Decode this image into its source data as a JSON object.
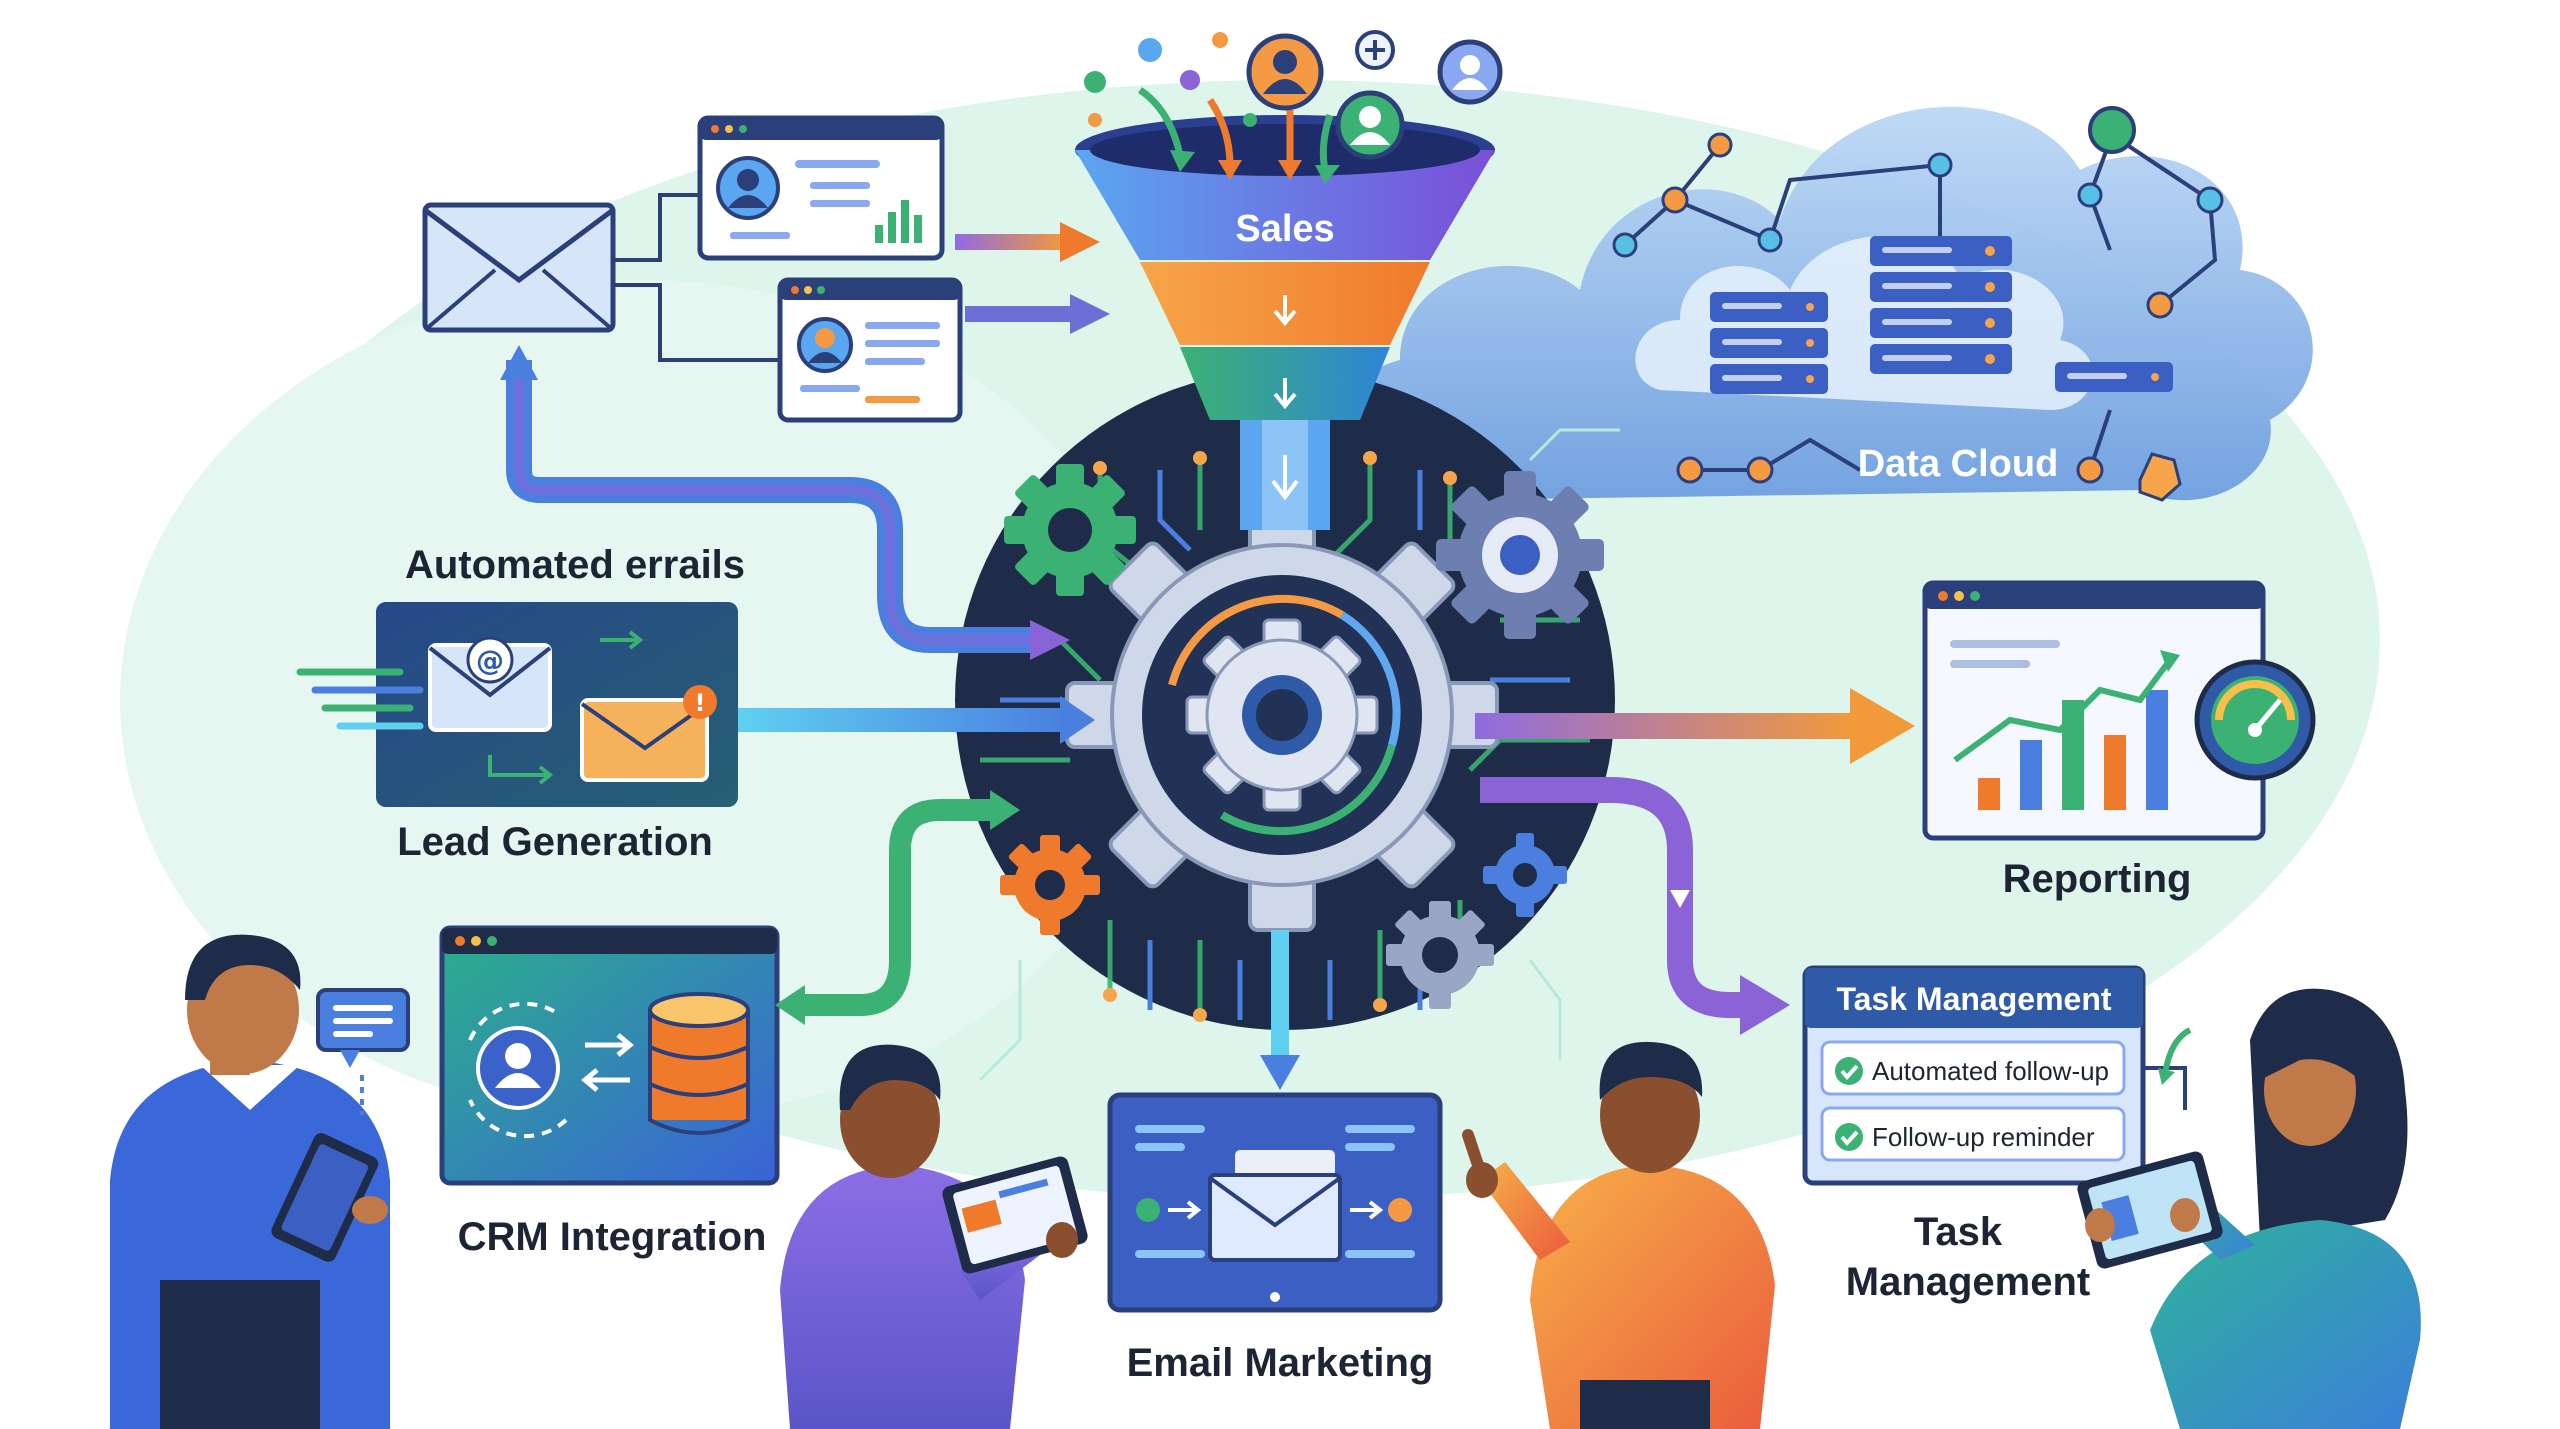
{
  "funnel": {
    "label": "Sales"
  },
  "cloud": {
    "label": "Data Cloud"
  },
  "modules": {
    "automated_emails": "Automated errails",
    "lead_generation": "Lead Generation",
    "crm_integration": "CRM Integration",
    "email_marketing": "Email Marketing",
    "reporting": "Reporting",
    "task_management_below": [
      "Task",
      "Management"
    ]
  },
  "task_panel": {
    "title": "Task Management",
    "items": [
      "Automated follow-up",
      "Follow-up reminder"
    ]
  },
  "icons": [
    "envelope-icon",
    "at-sign-icon",
    "alert-icon",
    "user-icon",
    "database-icon",
    "server-icon",
    "gear-icon",
    "gauge-icon",
    "bar-chart-icon",
    "check-icon",
    "chat-bubble-icon",
    "tablet-icon"
  ],
  "colors": {
    "background_blob": "#def5ec",
    "hub_dark": "#1f2c49",
    "accent_blue": "#4a7fe0",
    "accent_orange": "#f28a3a",
    "accent_green": "#3bb273",
    "accent_purple": "#8a63d6",
    "cloud": "#9cc4ee"
  }
}
